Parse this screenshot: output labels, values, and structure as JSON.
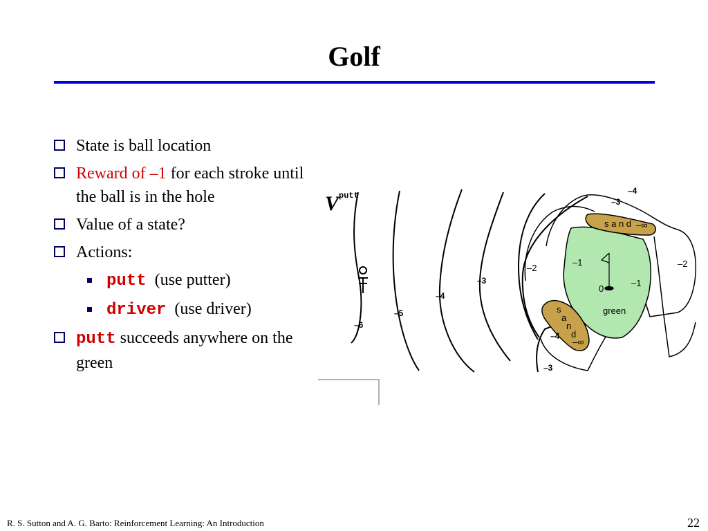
{
  "slide": {
    "title": "Golf",
    "bullets": [
      {
        "text": "State is ball location"
      },
      {
        "red": "Reward of –1",
        "rest": " for each stroke until the ball is in the hole"
      },
      {
        "text": "Value of a state?"
      },
      {
        "text": "Actions:"
      }
    ],
    "actions": [
      {
        "code": "putt",
        "desc": "(use putter)"
      },
      {
        "code": "driver",
        "desc": "(use driver)"
      }
    ],
    "last": {
      "code": "putt",
      "rest": " succeeds anywhere on the green"
    },
    "footer_left": "R. S. Sutton and A. G. Barto: Reinforcement Learning: An Introduction",
    "page_number": "22"
  },
  "figure": {
    "v_label": "V",
    "v_sup": "putt",
    "contour_labels": {
      "m6": "–6",
      "m5": "–5",
      "m4a": "–4",
      "m3a": "–3",
      "m2l": "–2",
      "m1l": "–1",
      "zero": "0",
      "m1r": "–1",
      "m2r": "–2",
      "m4b": "–4",
      "m3b": "–3",
      "m4c": "–4",
      "m3c": "–3"
    },
    "sand_top": "s a n d",
    "sand_top_inf": "–∞",
    "sand_bottom_letters": [
      "s",
      "a",
      "n",
      "d"
    ],
    "sand_bottom_inf": "–∞",
    "green_label": "green",
    "colors": {
      "green": "#b2e8b0",
      "sand": "#c8a24a",
      "rule": "#0000dd",
      "accent_red": "#d00000"
    }
  }
}
